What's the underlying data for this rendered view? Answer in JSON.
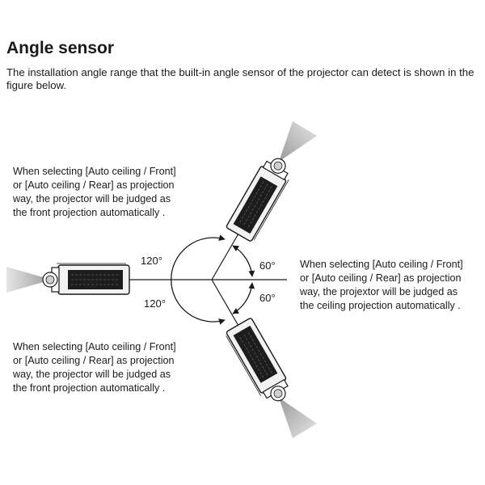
{
  "heading": "Angle sensor",
  "intro": "The installation angle range that the built-in angle sensor of the projector can detect is shown in the figure below.",
  "notes": {
    "top_left": [
      "When selecting [Auto ceiling / Front]",
      "or [Auto ceiling / Rear] as projection",
      "way, the projector will be judged as",
      "the front projection automatically ."
    ],
    "right": [
      "When selecting [Auto ceiling / Front]",
      "or [Auto ceiling / Rear] as projection",
      "way, the projextor will be judged as",
      "the ceiling projection automatically ."
    ],
    "bottom_left": [
      "When selecting [Auto ceiling / Front]",
      "or [Auto ceiling / Rear] as projection",
      "way, the projector will be judged as",
      "the front projection automatically ."
    ]
  },
  "angles": {
    "upper_left": "120°",
    "lower_left": "120°",
    "upper_right": "60°",
    "lower_right": "60°"
  }
}
